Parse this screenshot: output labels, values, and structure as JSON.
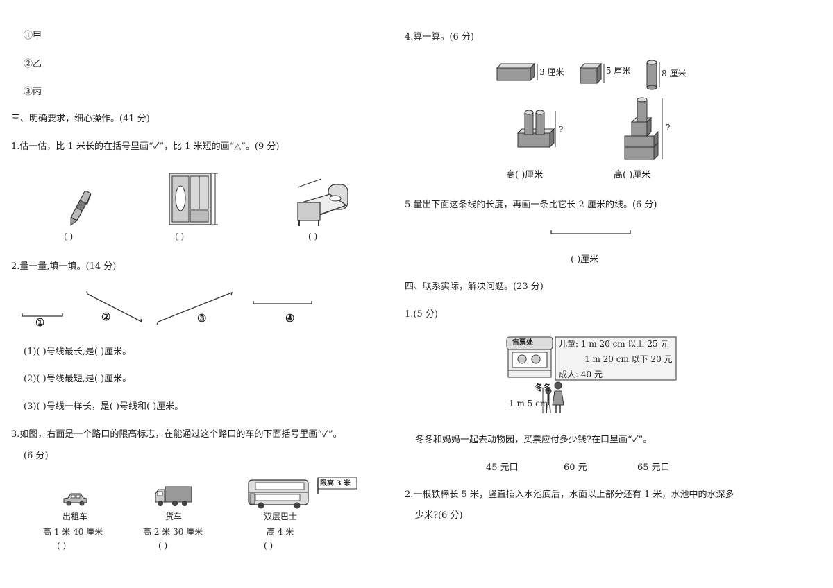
{
  "left": {
    "options": [
      "①甲",
      "②乙",
      "③丙"
    ],
    "section3_title": "三、明确要求，细心操作。(41 分)",
    "q1": {
      "text": "1.估一估，比 1 米长的在括号里画“✓”，比 1 米短的画“△”。(9 分)",
      "blanks": [
        "(    )",
        "(    )",
        "(    )"
      ]
    },
    "q2": {
      "text": "2.量一量,填一填。(14 分)",
      "line_labels": [
        "①",
        "②",
        "③",
        "④"
      ],
      "sub": [
        "(1)(      )号线最长,是(      )厘米。",
        "(2)(      )号线最短,是(       )厘米。",
        "(3)(      )号线一样长，是(      )号线和(       )厘米。"
      ]
    },
    "q3": {
      "text": "3.如图，右面是一个路口的限高标志，在能通过这个路口的车的下面括号里画“✓”。",
      "score": "(6 分)",
      "sign": "限高 3 米",
      "vehicles": [
        {
          "name": "出租车",
          "height": "高 1 米 40 厘米",
          "blank": "(      )"
        },
        {
          "name": "货车",
          "height": "高 2 米 30 厘米",
          "blank": "(      )"
        },
        {
          "name": "双层巴士",
          "height": "高 4 米",
          "blank": "(      )"
        }
      ]
    }
  },
  "right": {
    "q4": {
      "text": "4.算一算。(6 分)",
      "labels": [
        "3 厘米",
        "5 厘米",
        "8 厘米"
      ],
      "question_marks": [
        "?",
        "?"
      ],
      "answers": [
        "高(      )厘米",
        "高(      )厘米"
      ]
    },
    "q5": {
      "text": "5.量出下面这条线的长度，再画一条比它长 2 厘米的线。(6 分)",
      "answer": "(    )厘米"
    },
    "section4_title": "四、联系实际，解决问题。(23 分)",
    "p1": {
      "text": "1.(5 分)",
      "booth": "售票处",
      "prices": [
        "儿童: 1 m 20 cm 以上 25 元",
        "1 m 20 cm 以下 20 元",
        "成人: 40 元"
      ],
      "child_name": "冬冬",
      "child_height": "1 m 5 cm",
      "question": "冬冬和妈妈一起去动物园，买票应付多少钱?在口里画“✓”。",
      "choices": [
        "45 元口",
        "60 元",
        "65 元口"
      ]
    },
    "p2": {
      "line1": "2.一根铁棒长 5 米，竖直插入水池底后，水面以上部分还有 1 米，水池中的水深多",
      "line2": "少米?(6 分)"
    }
  }
}
